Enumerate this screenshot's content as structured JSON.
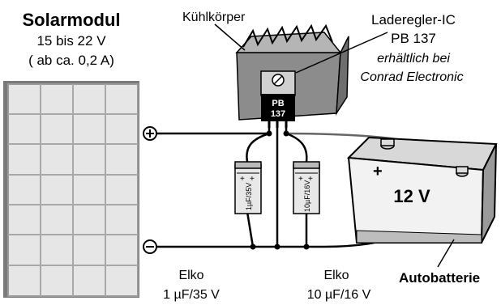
{
  "solar_module": {
    "title": "Solarmodul",
    "voltage": "15 bis 22 V",
    "current": "( ab ca. 0,2 A)",
    "plus_symbol": "+",
    "minus_symbol": "−"
  },
  "heatsink": {
    "label": "Kühlkörper"
  },
  "regulator": {
    "label_line1": "Laderegler-IC",
    "label_line2": "PB 137",
    "label_line3": "erhältlich bei",
    "label_line4": "Conrad Electronic",
    "chip_line1": "PB",
    "chip_line2": "137"
  },
  "capacitor_left": {
    "body_text": "1µF/35V",
    "label": "Elko",
    "value": "1 µF/35 V"
  },
  "capacitor_right": {
    "body_text": "10µF/16V",
    "label": "Elko",
    "value": "10 µF/16 V"
  },
  "battery": {
    "voltage": "12 V",
    "label": "Autobatterie",
    "plus_symbol": "+"
  },
  "colors": {
    "panel_fill": "#e6e6e6",
    "panel_frame": "#999999",
    "heatsink": "#8c8c8c",
    "battery_body": "#f2f2f2",
    "line": "#000000"
  }
}
